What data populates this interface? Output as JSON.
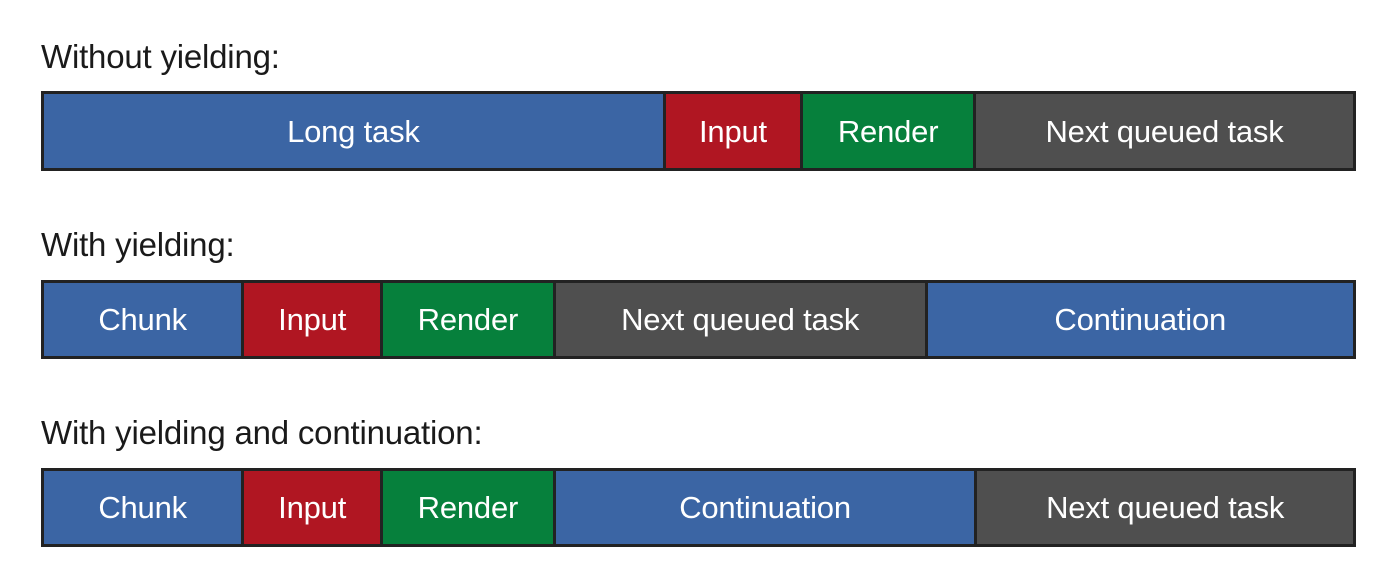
{
  "diagram": {
    "title_rows": [
      "Without yielding:",
      "With yielding:",
      "With yielding and continuation:"
    ],
    "colors": {
      "blue": "#3b65a4",
      "red": "#b01622",
      "green": "#06803c",
      "gray": "#4f4f4f",
      "border": "#222222",
      "label_text": "#1a1a1a",
      "segment_text": "#ffffff",
      "background": "#ffffff"
    },
    "rows": [
      {
        "label": "Without yielding:",
        "segments": [
          {
            "label": "Long task",
            "color": "blue",
            "width_pct": 47.5
          },
          {
            "label": "Input",
            "color": "red",
            "width_pct": 10.5
          },
          {
            "label": "Render",
            "color": "green",
            "width_pct": 13.2
          },
          {
            "label": "Next queued task",
            "color": "gray",
            "width_pct": 28.8
          }
        ]
      },
      {
        "label": "With yielding:",
        "segments": [
          {
            "label": "Chunk",
            "color": "blue",
            "width_pct": 15.3
          },
          {
            "label": "Input",
            "color": "red",
            "width_pct": 10.6
          },
          {
            "label": "Render",
            "color": "green",
            "width_pct": 13.2
          },
          {
            "label": "Next queued task",
            "color": "gray",
            "width_pct": 28.4
          },
          {
            "label": "Continuation",
            "color": "blue",
            "width_pct": 32.5
          }
        ]
      },
      {
        "label": "With yielding and continuation:",
        "segments": [
          {
            "label": "Chunk",
            "color": "blue",
            "width_pct": 15.3
          },
          {
            "label": "Input",
            "color": "red",
            "width_pct": 10.6
          },
          {
            "label": "Render",
            "color": "green",
            "width_pct": 13.2
          },
          {
            "label": "Continuation",
            "color": "blue",
            "width_pct": 32.2
          },
          {
            "label": "Next queued task",
            "color": "gray",
            "width_pct": 28.7
          }
        ]
      }
    ]
  }
}
